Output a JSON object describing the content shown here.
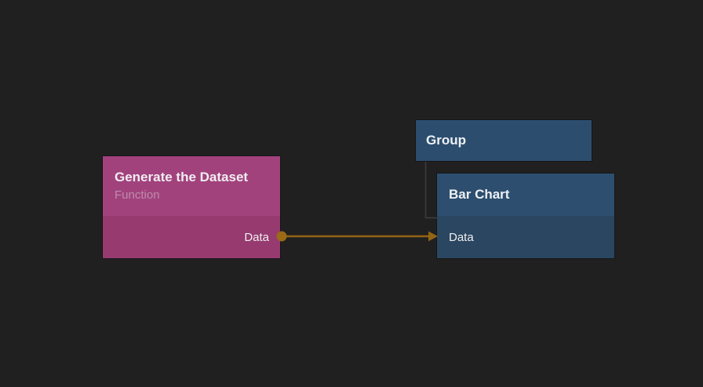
{
  "canvas": {
    "background_color": "#202020",
    "tree_line_color": "#3d3d3d"
  },
  "nodes": {
    "generate_dataset": {
      "title": "Generate the Dataset",
      "subtitle": "Function",
      "header_color": "#a2427d",
      "body_color": "#963a70",
      "output_ports": [
        {
          "label": "Data"
        }
      ]
    },
    "group": {
      "title": "Group",
      "color": "#2d4d6e"
    },
    "bar_chart": {
      "title": "Bar Chart",
      "header_color": "#2d4e6e",
      "body_color": "#2a4660",
      "input_ports": [
        {
          "label": "Data"
        }
      ]
    }
  },
  "connection": {
    "color": "#936414",
    "dot_color": "#9a6a15",
    "from_node": "Generate the Dataset",
    "from_port": "Data",
    "to_node": "Bar Chart",
    "to_port": "Data"
  }
}
